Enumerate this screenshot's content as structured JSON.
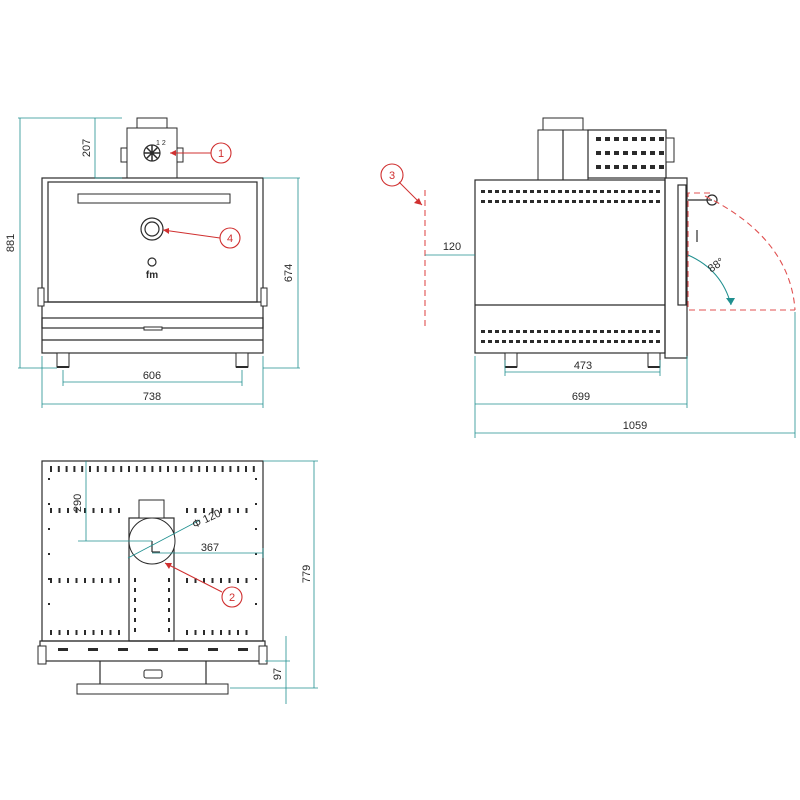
{
  "dimensions": {
    "front_chimney_height": "207",
    "front_total_height": "881",
    "front_body_height": "674",
    "front_feet_width": "606",
    "front_total_width": "738",
    "side_gap": "120",
    "side_feet_width": "473",
    "side_depth": "699",
    "side_total_depth": "1059",
    "door_angle": "88°",
    "top_offset": "290",
    "top_diameter": "Φ 120",
    "top_offset_x": "367",
    "top_depth": "779",
    "top_handle": "97"
  },
  "callouts": [
    "1",
    "2",
    "3",
    "4"
  ],
  "logo_text": "fm",
  "colors": {
    "dimension_line": "#1f8f8f",
    "callout": "#d03030",
    "part_line": "#2b2b2b"
  }
}
